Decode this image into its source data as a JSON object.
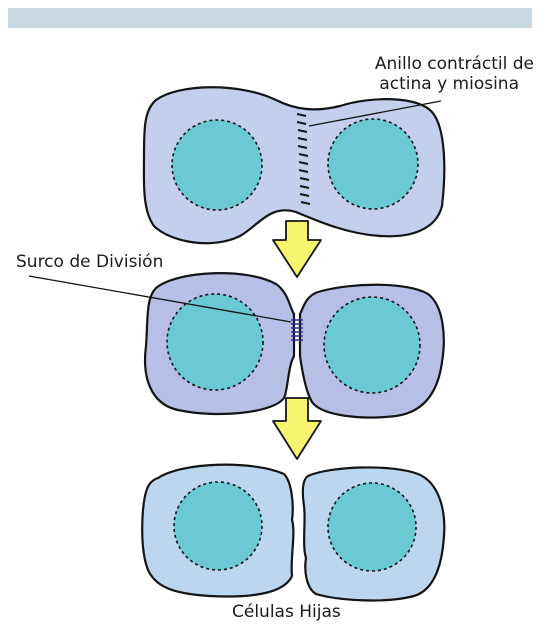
{
  "labels": {
    "contractile_ring_line1": "Anillo contráctil de",
    "contractile_ring_line2": "actina y miosina",
    "division_furrow": "Surco de División",
    "daughter_cells": "Células Hijas"
  },
  "colors": {
    "top_bar": "#c9d7e1",
    "cell_stage1": "#c4cfee",
    "cell_stage2": "#b7bfe6",
    "cell_stage3": "#bcd6ef",
    "nucleus": "#6ac9d2",
    "arrow": "#f7f56f",
    "outline": "#141414"
  }
}
